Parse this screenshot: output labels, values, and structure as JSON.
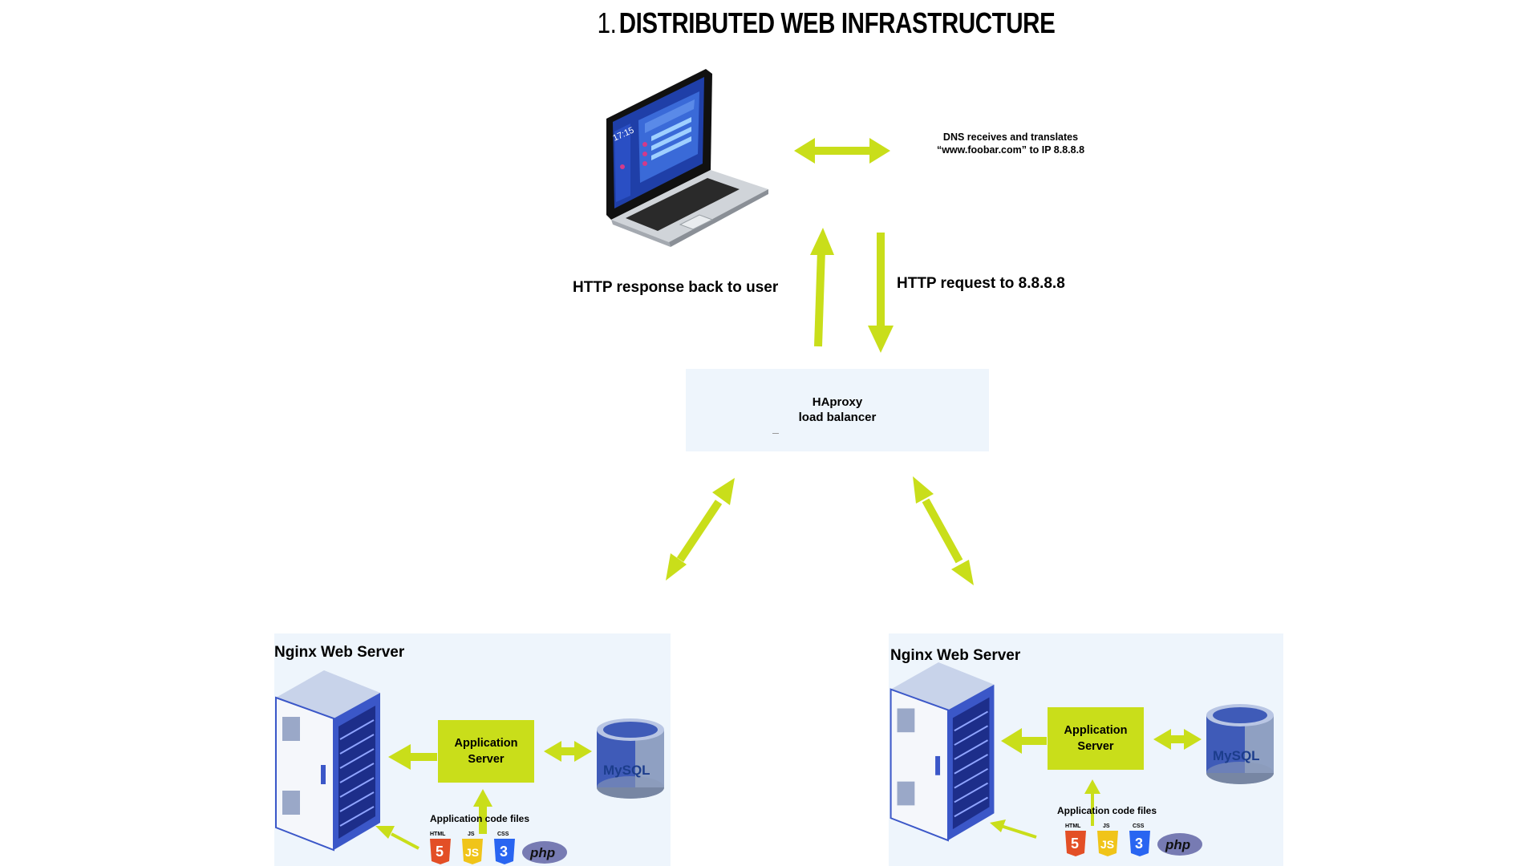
{
  "title": {
    "number": "1.",
    "text": "DISTRIBUTED WEB INFRASTRUCTURE"
  },
  "dns_note": {
    "line1": "DNS receives and translates",
    "line2": "“www.foobar.com” to IP 8.8.8.8"
  },
  "http_response": "HTTP response back to user",
  "http_request": "HTTP request to 8.8.8.8",
  "load_balancer": {
    "line1": "HAproxy",
    "line2": "load balancer"
  },
  "servers": [
    {
      "title": "Nginx Web Server",
      "app_line1": "Application",
      "app_line2": "Server",
      "code_files": "Application code files",
      "badges": {
        "html": "HTML",
        "js": "JS",
        "css": "CSS",
        "php": "php"
      },
      "db": "MySQL"
    },
    {
      "title": "Nginx Web Server",
      "app_line1": "Application",
      "app_line2": "Server",
      "code_files": "Application code files",
      "badges": {
        "html": "HTML",
        "js": "JS",
        "css": "CSS",
        "php": "php"
      },
      "db": "MySQL"
    }
  ],
  "laptop": {
    "clock": "17:15"
  },
  "colors": {
    "arrow": "#c9de1a",
    "panel": "#eef5fc",
    "server_blue": "#3b57c8"
  }
}
